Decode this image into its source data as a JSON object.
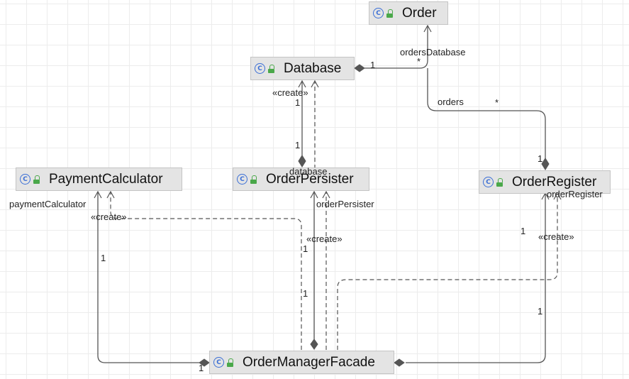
{
  "classes": {
    "order": "Order",
    "database": "Database",
    "payment_calculator": "PaymentCalculator",
    "order_persister": "OrderPersister",
    "order_register": "OrderRegister",
    "order_manager_facade": "OrderManagerFacade"
  },
  "class_icon_letter": "C",
  "labels": {
    "orders_database": "ordersDatabase",
    "db_order_mult_1": "1",
    "db_order_mult_star": "*",
    "orders": "orders",
    "orders_star": "*",
    "register_mult_1": "1",
    "db_create": "«create»",
    "db_persister_mult_top": "1",
    "db_persister_mult_bottom": "1",
    "database": "database",
    "payment_calculator": "paymentCalculator",
    "payment_create": "«create»",
    "payment_mult": "1",
    "order_persister": "orderPersister",
    "persister_create": "«create»",
    "persister_mult_upper": "1",
    "persister_mult_lower": "1",
    "order_register": "orderRegister",
    "register_create": "«create»",
    "register_create_mult": "1",
    "register_facade_mult": "1",
    "facade_payment_mult": "1"
  },
  "colors": {
    "line": "#555555",
    "class_fill": "#e4e4e4",
    "class_icon": "#3b6fd6",
    "access_icon": "#4aa84a"
  }
}
